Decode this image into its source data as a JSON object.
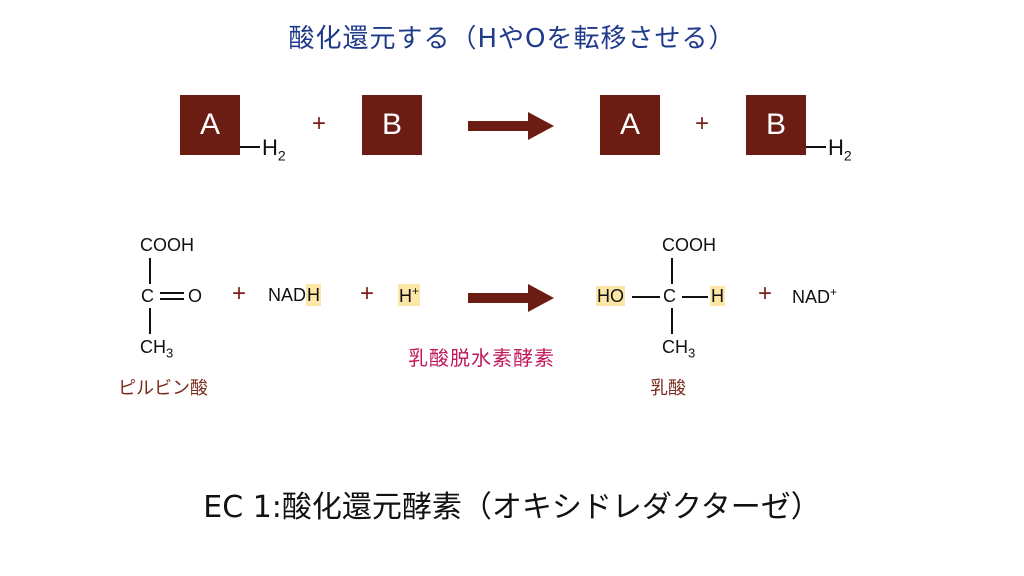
{
  "title": "酸化還元する（HやOを転移させる）",
  "equation1": {
    "box_a_left": "A",
    "h2_left": "H",
    "sub2_left": "2",
    "plus_left": "+",
    "box_b_left": "B",
    "box_a_right": "A",
    "plus_right": "+",
    "box_b_right": "B",
    "h2_right": "H",
    "sub2_right": "2"
  },
  "equation2": {
    "pyruvate": {
      "cooh": "COOH",
      "c": "C",
      "o": "O",
      "ch": "CH",
      "sub3": "3",
      "name": "ピルビン酸"
    },
    "plus1": "+",
    "nad": "NAD",
    "nad_h": "H",
    "plus2": "+",
    "h_plus": "H",
    "h_plus_sup": "+",
    "enzyme": "乳酸脱水素酵素",
    "lactate": {
      "cooh": "COOH",
      "ho": "HO",
      "c": "C",
      "h": "H",
      "ch": "CH",
      "sub3": "3",
      "name": "乳酸"
    },
    "plus3": "+",
    "nad_plus": "NAD",
    "nad_plus_sup": "+"
  },
  "footer": "EC 1:酸化還元酵素（オキシドレダクターゼ）",
  "colors": {
    "box": "#6b1d14",
    "arrow": "#6b1d14",
    "title": "#1f3a8a",
    "enzyme": "#c2185b",
    "highlight": "#fde7a6",
    "compound_name": "#7a2a1c"
  }
}
